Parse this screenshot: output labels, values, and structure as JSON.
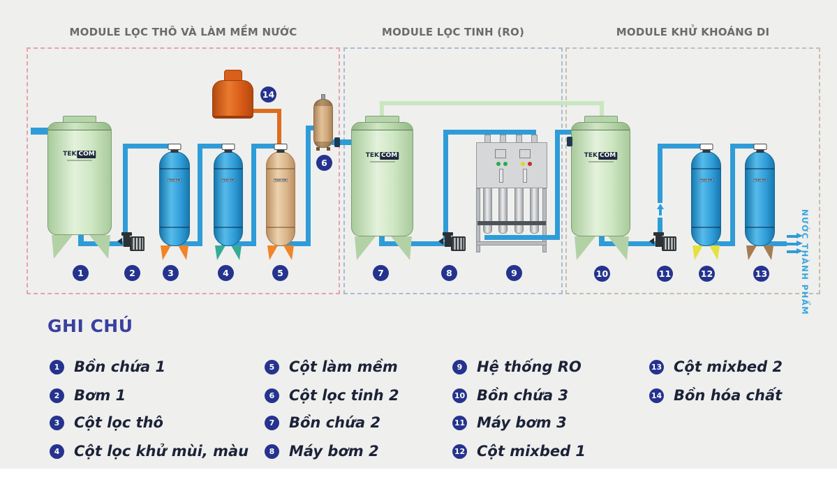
{
  "background": "#efefee",
  "brand": {
    "tek": "TEK",
    "com": "COM",
    "full": "TEKCOM"
  },
  "modules": [
    {
      "title": "MODULE LỌC THÔ VÀ LÀM MỀM NƯỚC"
    },
    {
      "title": "MODULE LỌC TINH (RO)"
    },
    {
      "title": "MODULE KHỬ KHOÁNG DI"
    }
  ],
  "output_label": "NƯỚC THÀNH PHẨM",
  "legend": {
    "title": "GHI CHÚ",
    "items": [
      {
        "num": "1",
        "label": "Bồn chứa 1"
      },
      {
        "num": "2",
        "label": "Bơm 1"
      },
      {
        "num": "3",
        "label": "Cột lọc thô"
      },
      {
        "num": "4",
        "label": "Cột lọc khử mùi, màu"
      },
      {
        "num": "5",
        "label": "Cột làm mềm"
      },
      {
        "num": "6",
        "label": "Cột lọc tinh 2"
      },
      {
        "num": "7",
        "label": "Bồn chứa 2"
      },
      {
        "num": "8",
        "label": "Máy bơm 2"
      },
      {
        "num": "9",
        "label": "Hệ thống RO"
      },
      {
        "num": "10",
        "label": "Bồn chứa 3"
      },
      {
        "num": "11",
        "label": "Máy bơm 3"
      },
      {
        "num": "12",
        "label": "Cột mixbed 1"
      },
      {
        "num": "13",
        "label": "Cột mixbed 2"
      },
      {
        "num": "14",
        "label": "Bồn hóa chất"
      }
    ]
  },
  "colors": {
    "pipe_water": "#2f9cd8",
    "pipe_permeate": "#c9e6c0",
    "pipe_chemical": "#dd6d1e",
    "badge": "#25338e",
    "legend_title": "#3a3f9f",
    "tank_green": "#cde5c3",
    "column_blue": "#2f9cd8",
    "column_tan": "#d9b58a",
    "chemical_tank": "#d55816",
    "output_text": "#3aa6da",
    "ro_lights": [
      "#2ea84e",
      "#2ea84e",
      "#e6d11f",
      "#c23028"
    ]
  }
}
